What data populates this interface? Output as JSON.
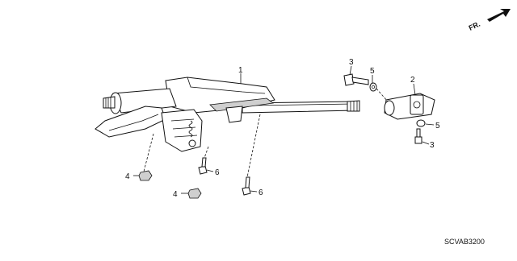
{
  "diagram": {
    "direction_marker": "FR.",
    "diagram_code": "SCVAB3200",
    "callouts": {
      "steering_column": "1",
      "joint": "2",
      "bolt_top": "3",
      "bolt_bottom": "3",
      "washer_top": "5",
      "washer_bottom": "5",
      "nut_left": "4",
      "nut_lower": "4",
      "bolt_left": "6",
      "bolt_lower": "6"
    }
  }
}
